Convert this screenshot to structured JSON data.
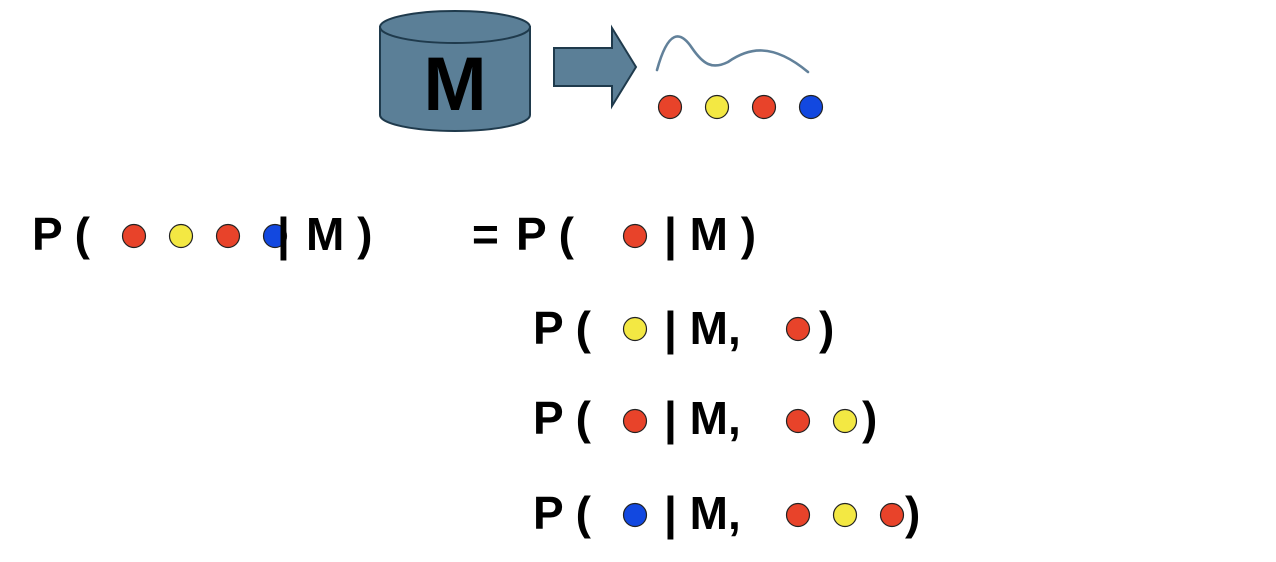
{
  "model": {
    "label": "M",
    "fill": "#5b7f97",
    "stroke": "#1f3a4c"
  },
  "arrow": {
    "fill": "#5b7f97",
    "stroke": "#1f3a4c"
  },
  "wave": {
    "stroke": "#62819a"
  },
  "colors": {
    "red": "#e8432a",
    "yellow": "#f3e843",
    "blue": "#1248e0"
  },
  "sampled_sequence": [
    "red",
    "yellow",
    "red",
    "blue"
  ],
  "equation": {
    "lhs": {
      "open": "P (",
      "sequence": [
        "red",
        "yellow",
        "red",
        "blue"
      ],
      "bar": "|",
      "model": "M )"
    },
    "equals": "=",
    "factors": [
      {
        "open": "P (",
        "target": "red",
        "given": "| M )",
        "history": [],
        "close": ""
      },
      {
        "open": "P (",
        "target": "yellow",
        "given": "| M,",
        "history": [
          "red"
        ],
        "close": ")"
      },
      {
        "open": "P (",
        "target": "red",
        "given": "| M,",
        "history": [
          "red",
          "yellow"
        ],
        "close": ")"
      },
      {
        "open": "P (",
        "target": "blue",
        "given": "| M,",
        "history": [
          "red",
          "yellow",
          "red"
        ],
        "close": ")"
      }
    ]
  }
}
